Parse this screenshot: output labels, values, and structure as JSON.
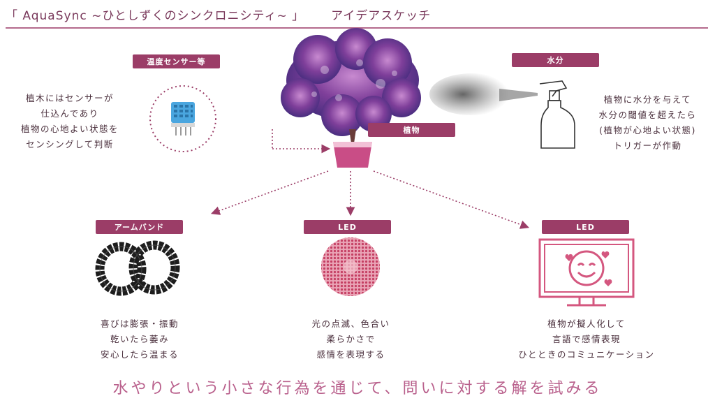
{
  "header": {
    "title": "「 AquaSync ~ひとしずくのシンクロニシティ~ 」",
    "subtitle": "アイデアスケッチ"
  },
  "colors": {
    "accent": "#9b3d67",
    "pink": "#e07a9a",
    "footer": "#b9608c"
  },
  "sensor": {
    "tag": "温度センサー等",
    "note": "植木にはセンサーが\n仕込んであり\n植物の心地よい状態を\nセンシングして判断",
    "icon": "temperature-sensor-icon"
  },
  "plant": {
    "tag": "植物",
    "icon": "tree-in-pot-icon"
  },
  "water": {
    "tag": "水分",
    "note": "植物に水分を与えて\n水分の閾値を超えたら\n(植物が心地よい状態)\nトリガーが作動",
    "icon": "spray-bottle-icon"
  },
  "armband": {
    "tag": "アームバンド",
    "note": "喜びは膨張・振動\n乾いたら萎み\n安心したら温まる",
    "icon": "scrunchie-armband-icon"
  },
  "led1": {
    "tag": "LED",
    "note": "光の点滅、色合い\n柔らかさで\n感情を表現する",
    "icon": "led-panel-icon"
  },
  "led2": {
    "tag": "LED",
    "note": "植物が擬人化して\n言語で感情表現\nひとときのコミュニケーション",
    "icon": "smiling-monitor-icon"
  },
  "footer": {
    "text": "水やりという小さな行為を通じて、問いに対する解を試みる"
  }
}
